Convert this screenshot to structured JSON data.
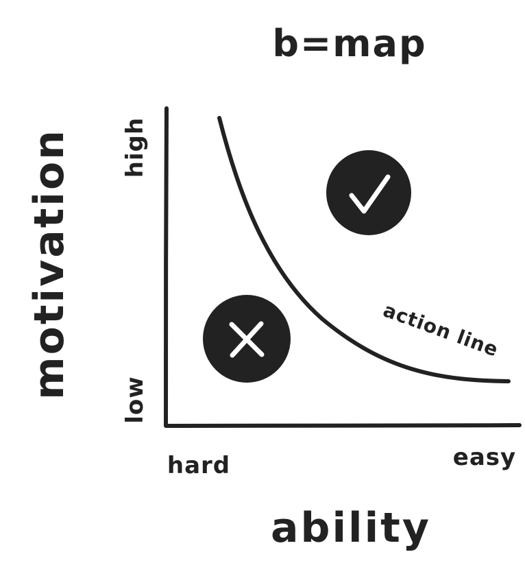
{
  "diagram": {
    "title": "b=map",
    "y_axis": {
      "title": "motivation",
      "high_label": "high",
      "low_label": "low"
    },
    "x_axis": {
      "title": "ability",
      "low_label": "hard",
      "high_label": "easy"
    },
    "curve_label": "action line",
    "markers": [
      {
        "name": "success",
        "symbol": "check",
        "fill": "#222222",
        "mark_color": "#ffffff"
      },
      {
        "name": "failure",
        "symbol": "cross",
        "fill": "#222222",
        "mark_color": "#ffffff"
      }
    ],
    "colors": {
      "ink": "#222222",
      "background": "#ffffff"
    }
  }
}
